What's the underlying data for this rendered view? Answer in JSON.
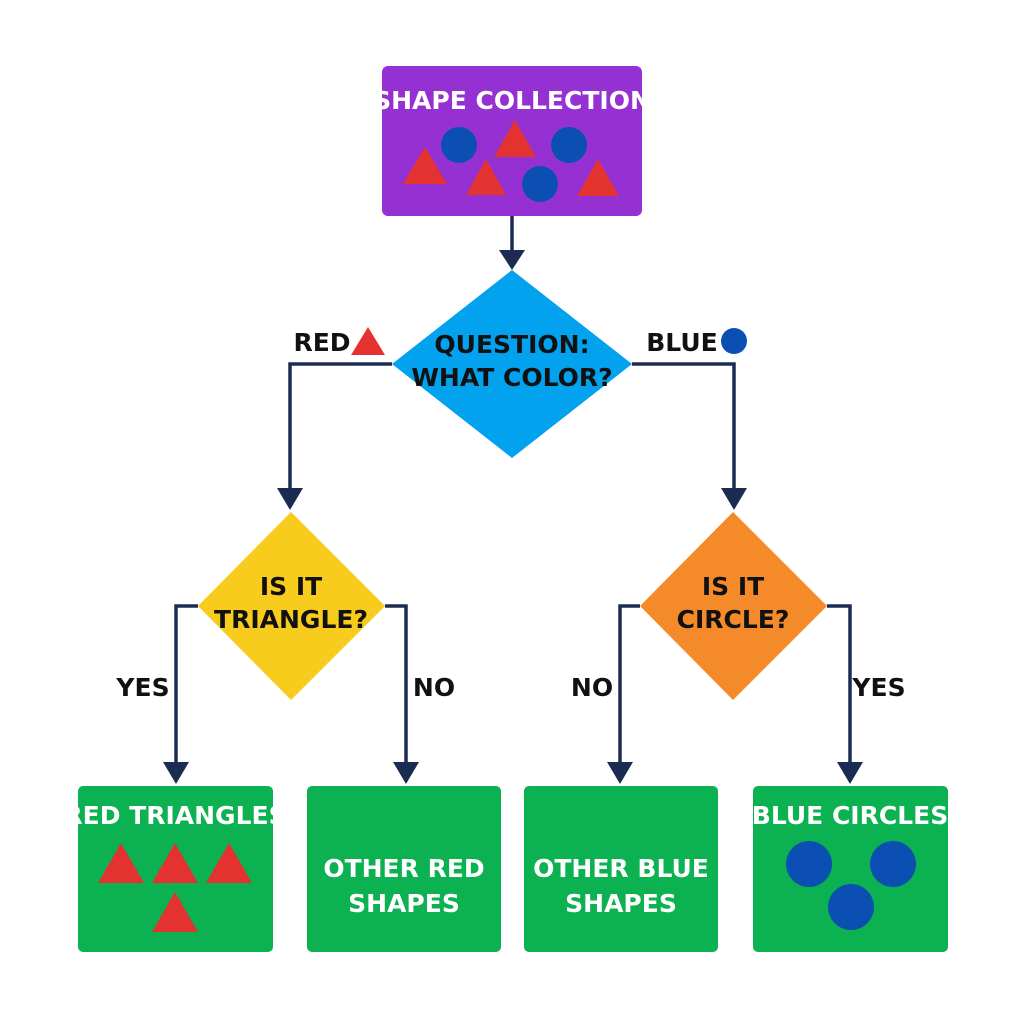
{
  "colors": {
    "start_node": "#9531d3",
    "question_node": "#03a2ef",
    "triangle_question": "#f8cc1c",
    "circle_question": "#f58a2a",
    "result_node": "#0cb152",
    "red_shape": "#e3322f",
    "blue_shape": "#0a4fb1",
    "connector": "#1b2c52"
  },
  "start": {
    "title": "SHAPE COLLECTION",
    "icons": [
      "triangle-icon",
      "circle-icon",
      "triangle-icon",
      "circle-icon",
      "triangle-icon",
      "triangle-icon",
      "circle-icon",
      "triangle-icon"
    ]
  },
  "question": {
    "line1": "QUESTION:",
    "line2": "WHAT COLOR?"
  },
  "branches": {
    "red_label": "RED",
    "blue_label": "BLUE"
  },
  "triangle_question": {
    "line1": "IS IT",
    "line2": "TRIANGLE?",
    "yes_label": "YES",
    "no_label": "NO"
  },
  "circle_question": {
    "line1": "IS IT",
    "line2": "CIRCLE?",
    "no_label": "NO",
    "yes_label": "YES"
  },
  "results": {
    "red_triangles": {
      "title": "RED TRIANGLES",
      "icon": "triangle-icon"
    },
    "other_red": {
      "line1": "OTHER RED",
      "line2": "SHAPES"
    },
    "other_blue": {
      "line1": "OTHER BLUE",
      "line2": "SHAPES"
    },
    "blue_circles": {
      "title": "BLUE CIRCLES",
      "icon": "circle-icon"
    }
  }
}
